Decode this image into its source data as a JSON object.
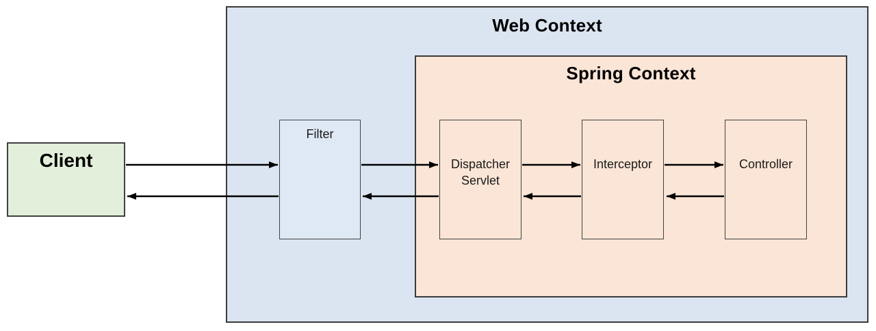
{
  "colors": {
    "canvas-bg": "#ffffff",
    "web-context-fill": "#dbe5f1",
    "spring-context-fill": "#fbe5d6",
    "filter-fill": "#dfe9f5",
    "client-fill": "#e2efda",
    "container-border": "#3b3b3b",
    "node-border": "#404040",
    "arrow-color": "#000000",
    "title-color": "#000000",
    "label-color": "#1a1a1a"
  },
  "containers": {
    "web_context": {
      "title": "Web Context"
    },
    "spring_context": {
      "title": "Spring Context"
    }
  },
  "nodes": {
    "client": {
      "label": "Client"
    },
    "filter": {
      "label": "Filter"
    },
    "dispatcher_servlet": {
      "label": "Dispatcher Servlet"
    },
    "interceptor": {
      "label": "Interceptor"
    },
    "controller": {
      "label": "Controller"
    }
  },
  "edges": [
    {
      "from": "Client",
      "to": "Filter",
      "kind": "request"
    },
    {
      "from": "Filter",
      "to": "Client",
      "kind": "response"
    },
    {
      "from": "Filter",
      "to": "Dispatcher Servlet",
      "kind": "request"
    },
    {
      "from": "Dispatcher Servlet",
      "to": "Filter",
      "kind": "response"
    },
    {
      "from": "Dispatcher Servlet",
      "to": "Interceptor",
      "kind": "request"
    },
    {
      "from": "Interceptor",
      "to": "Dispatcher Servlet",
      "kind": "response"
    },
    {
      "from": "Interceptor",
      "to": "Controller",
      "kind": "request"
    },
    {
      "from": "Controller",
      "to": "Interceptor",
      "kind": "response"
    }
  ]
}
